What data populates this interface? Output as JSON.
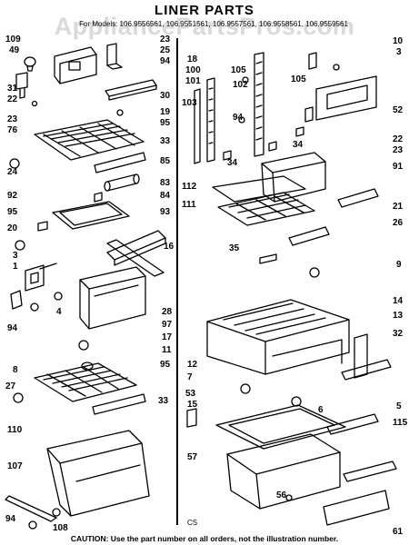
{
  "title": "LINER PARTS",
  "models_line": "For Models: 106.9556561, 106.9551561, 106.9557561, 106.9558561, 106.9559561",
  "watermark": "AppliancePartsPros.com",
  "note_code": "CS",
  "caution": "CAUTION: Use the part number on all orders, not the illustration number.",
  "callouts": [
    "109",
    "49",
    "31",
    "22",
    "23",
    "76",
    "24",
    "23",
    "25",
    "94",
    "30",
    "19",
    "95",
    "33",
    "85",
    "83",
    "84",
    "92",
    "95",
    "20",
    "93",
    "16",
    "3",
    "1",
    "94",
    "4",
    "28",
    "97",
    "17",
    "11",
    "8",
    "27",
    "95",
    "33",
    "110",
    "107",
    "94",
    "108",
    "18",
    "100",
    "101",
    "103",
    "105",
    "102",
    "94",
    "34",
    "105",
    "10",
    "3",
    "52",
    "22",
    "23",
    "34",
    "91",
    "112",
    "111",
    "21",
    "26",
    "35",
    "9",
    "14",
    "13",
    "32",
    "12",
    "7",
    "53",
    "15",
    "6",
    "5",
    "115",
    "57",
    "56",
    "61"
  ],
  "colors": {
    "ink": "#000000",
    "watermark": "#969696",
    "paper": "#ffffff"
  }
}
